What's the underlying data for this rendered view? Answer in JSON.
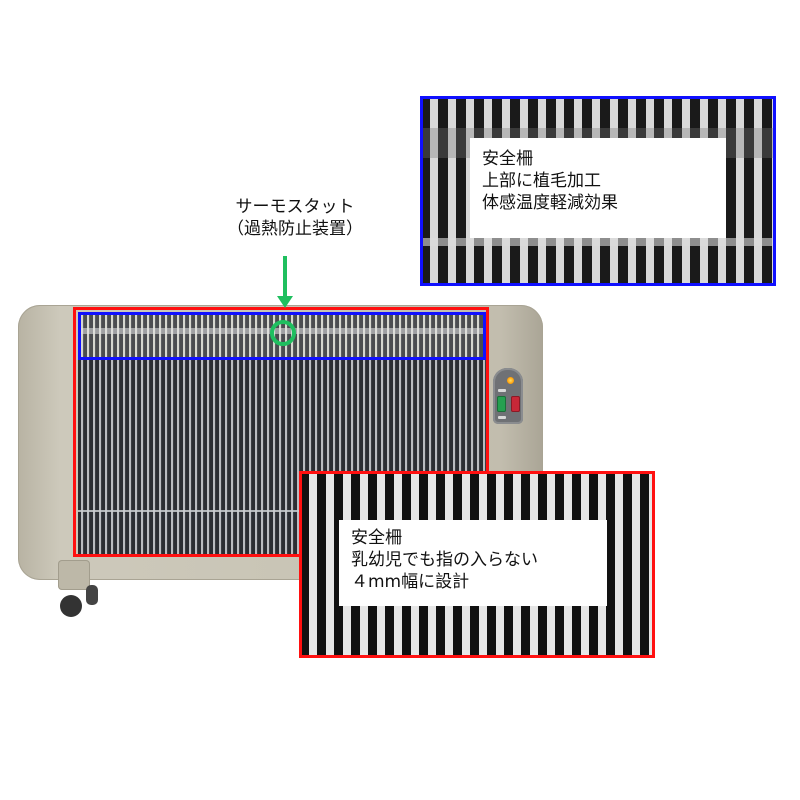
{
  "thermostat": {
    "label_line1": "サーモスタット",
    "label_line2": "（過熱防止装置）",
    "arrow_color": "#1fbf5f"
  },
  "callout_top": {
    "border_color": "#1010ff",
    "lines": [
      "安全柵",
      "上部に植毛加工",
      "体感温度軽減効果"
    ]
  },
  "callout_bottom": {
    "border_color": "#ff1010",
    "lines": [
      "安全柵",
      "乳幼児でも指の入らない",
      "４mm幅に設計"
    ]
  },
  "control_panel": {
    "indicator": "amber-led",
    "switches": [
      "green-switch",
      "red-switch"
    ]
  }
}
